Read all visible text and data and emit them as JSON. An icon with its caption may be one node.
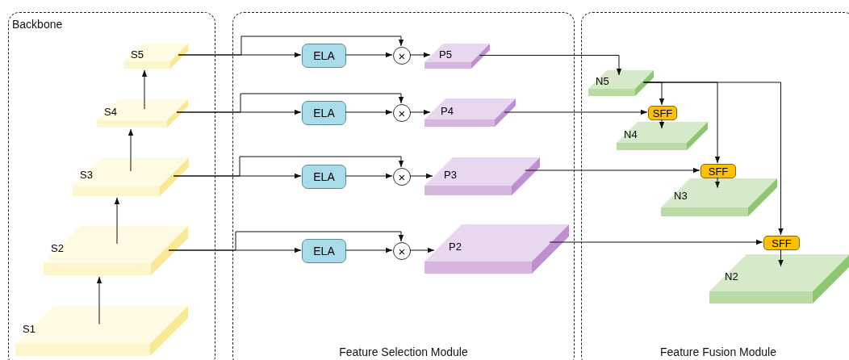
{
  "diagram": {
    "nodes": [
      {
        "text": [
          "Backbone"
        ]
      },
      {
        "text": [
          "S5"
        ],
        "in": 0
      },
      {
        "text": [
          "S4"
        ],
        "in": 0
      },
      {
        "text": [
          "S3"
        ],
        "in": 0
      },
      {
        "text": [
          "S2"
        ],
        "in": 0
      },
      {
        "text": [
          "S1"
        ],
        "in": 0
      },
      {
        "text": [
          "Feature Selection Module"
        ]
      },
      {
        "text": [
          "ELA"
        ],
        "in": 6
      },
      {
        "text": [
          "×"
        ],
        "in": 6
      },
      {
        "text": [
          "P5"
        ],
        "in": 6
      },
      {
        "text": [
          "ELA"
        ],
        "in": 6
      },
      {
        "text": [
          "×"
        ],
        "in": 6
      },
      {
        "text": [
          "P4"
        ],
        "in": 6
      },
      {
        "text": [
          "ELA"
        ],
        "in": 6
      },
      {
        "text": [
          "×"
        ],
        "in": 6
      },
      {
        "text": [
          "P3"
        ],
        "in": 6
      },
      {
        "text": [
          "ELA"
        ],
        "in": 6
      },
      {
        "text": [
          "×"
        ],
        "in": 6
      },
      {
        "text": [
          "P2"
        ],
        "in": 6
      },
      {
        "text": [
          "Feature Fusion Module"
        ]
      },
      {
        "text": [
          "N5"
        ],
        "in": 19
      },
      {
        "text": [
          "SFF"
        ],
        "in": 19
      },
      {
        "text": [
          "N4"
        ],
        "in": 19
      },
      {
        "text": [
          "SFF"
        ],
        "in": 19
      },
      {
        "text": [
          "N3"
        ],
        "in": 19
      },
      {
        "text": [
          "SFF"
        ],
        "in": 19
      },
      {
        "text": [
          "N2"
        ],
        "in": 19
      }
    ],
    "edges": [
      {
        "from": 5,
        "to": 4,
        "arrow": "to"
      },
      {
        "from": 4,
        "to": 3,
        "arrow": "to"
      },
      {
        "from": 3,
        "to": 2,
        "arrow": "to"
      },
      {
        "from": 2,
        "to": 1,
        "arrow": "to"
      },
      {
        "from": 1,
        "to": 7,
        "arrow": "to"
      },
      {
        "from": 1,
        "to": 8,
        "arrow": "to"
      },
      {
        "from": 7,
        "to": 8,
        "arrow": "to"
      },
      {
        "from": 8,
        "to": 9,
        "arrow": "to"
      },
      {
        "from": 2,
        "to": 10,
        "arrow": "to"
      },
      {
        "from": 2,
        "to": 11,
        "arrow": "to"
      },
      {
        "from": 10,
        "to": 11,
        "arrow": "to"
      },
      {
        "from": 11,
        "to": 12,
        "arrow": "to"
      },
      {
        "from": 3,
        "to": 13,
        "arrow": "to"
      },
      {
        "from": 3,
        "to": 14,
        "arrow": "to"
      },
      {
        "from": 13,
        "to": 14,
        "arrow": "to"
      },
      {
        "from": 14,
        "to": 15,
        "arrow": "to"
      },
      {
        "from": 4,
        "to": 16,
        "arrow": "to"
      },
      {
        "from": 4,
        "to": 17,
        "arrow": "to"
      },
      {
        "from": 16,
        "to": 17,
        "arrow": "to"
      },
      {
        "from": 17,
        "to": 18,
        "arrow": "to"
      },
      {
        "from": 9,
        "to": 20,
        "arrow": "to"
      },
      {
        "from": 20,
        "to": 21,
        "arrow": "to"
      },
      {
        "from": 12,
        "to": 21,
        "arrow": "to"
      },
      {
        "from": 21,
        "to": 22,
        "arrow": "to"
      },
      {
        "from": 20,
        "to": 23,
        "arrow": "to"
      },
      {
        "from": 15,
        "to": 23,
        "arrow": "to"
      },
      {
        "from": 23,
        "to": 24,
        "arrow": "to"
      },
      {
        "from": 20,
        "to": 25,
        "arrow": "to"
      },
      {
        "from": 18,
        "to": 25,
        "arrow": "to"
      },
      {
        "from": 25,
        "to": 26,
        "arrow": "to"
      }
    ]
  }
}
